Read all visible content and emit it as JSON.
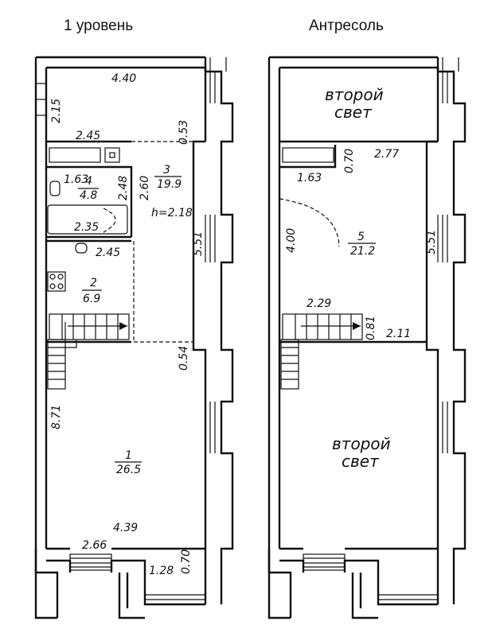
{
  "headings": {
    "level1": "1 уровень",
    "mezzanine": "Антресоль"
  },
  "level1": {
    "rooms": [
      {
        "number": "1",
        "area": "26.5"
      },
      {
        "number": "2",
        "area": "6.9"
      },
      {
        "number": "3",
        "area": "19.9"
      },
      {
        "number": "4",
        "area": "4.8"
      }
    ],
    "ceiling_height": "h=2.18",
    "dims": [
      "4.40",
      "2.15",
      "2.45",
      "0.53",
      "1.63",
      "2.48",
      "2.60",
      "2.35",
      "2.45",
      "5.51",
      "0.54",
      "8.71",
      "4.39",
      "2.66",
      "1.28",
      "0.70"
    ]
  },
  "mezzanine": {
    "second_light_label": {
      "line1": "второй",
      "line2": "свет"
    },
    "room": {
      "number": "5",
      "area": "21.2"
    },
    "dims": [
      "0.70",
      "2.77",
      "1.63",
      "4.00",
      "5.51",
      "2.29",
      "0.81",
      "2.11"
    ]
  },
  "colors": {
    "line": "#111111",
    "background": "#ffffff"
  }
}
